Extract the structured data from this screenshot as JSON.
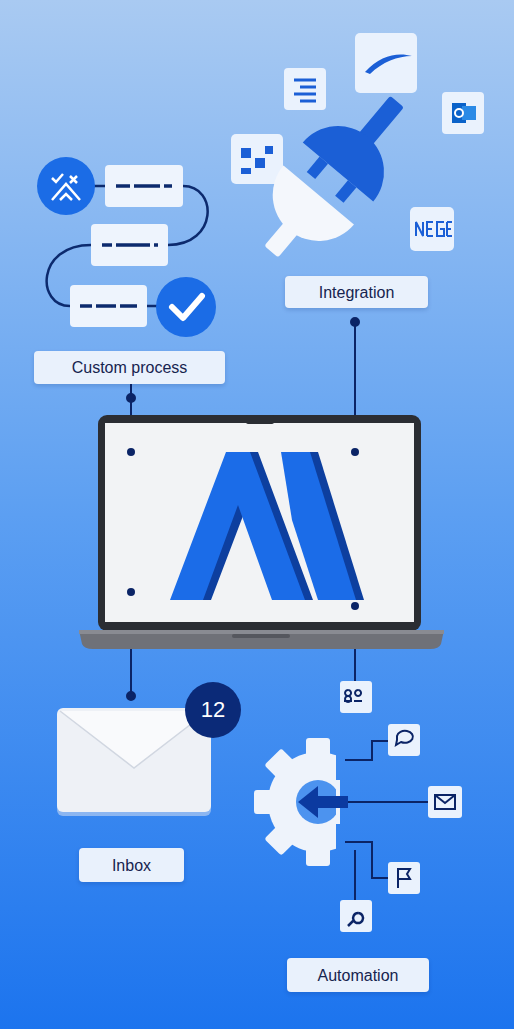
{
  "diagram": {
    "nodes": [
      {
        "text": [
          "Integration"
        ]
      },
      {
        "text": [
          "Custom process"
        ]
      },
      {
        "text": [
          "12"
        ]
      },
      {
        "text": [
          "Inbox"
        ]
      },
      {
        "text": [
          "Automation"
        ]
      }
    ]
  }
}
